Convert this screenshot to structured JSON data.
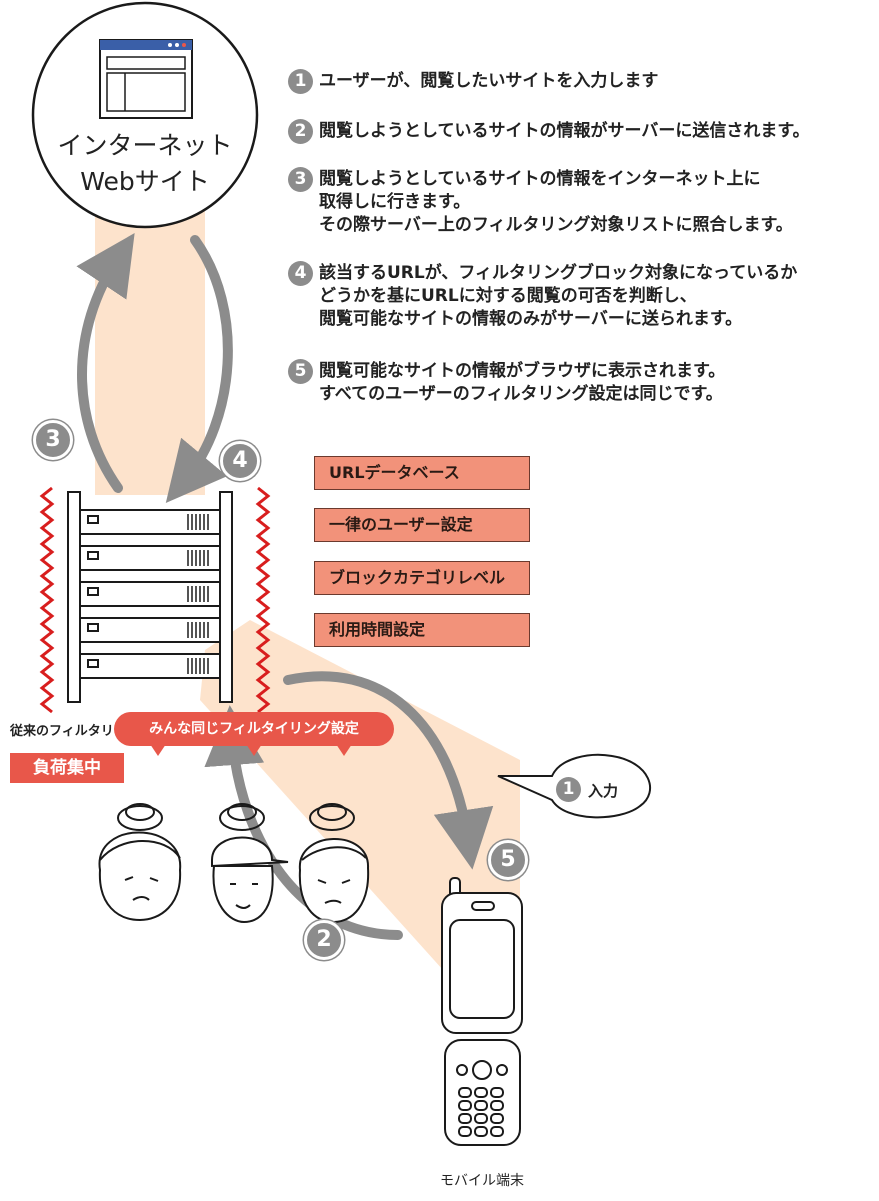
{
  "internet": {
    "line1": "インターネット",
    "line2": "Webサイト"
  },
  "steps": [
    {
      "num": "1",
      "text": "ユーザーが、閲覧したいサイトを入力します"
    },
    {
      "num": "2",
      "text": "閲覧しようとしているサイトの情報がサーバーに送信されます。"
    },
    {
      "num": "3",
      "text": "閲覧しようとしているサイトの情報をインターネット上に\n取得しに行きます。\nその際サーバー上のフィルタリング対象リストに照合します。"
    },
    {
      "num": "4",
      "text": "該当するURLが、フィルタリングブロック対象になっているか\nどうかを基にURLに対する閲覧の可否を判断し、\n閲覧可能なサイトの情報のみがサーバーに送られます。"
    },
    {
      "num": "5",
      "text": "閲覧可能なサイトの情報がブラウザに表示されます。\nすべてのユーザーのフィルタリング設定は同じです。"
    }
  ],
  "settings": [
    "URLデータベース",
    "一律のユーザー設定",
    "ブロックカテゴリレベル",
    "利用時間設定"
  ],
  "server": {
    "caption": "従来のフィルタリングサービス",
    "load_label": "負荷集中"
  },
  "badges": {
    "b2": "2",
    "b3": "3",
    "b4": "4",
    "b5": "5"
  },
  "users": {
    "banner": "みんな同じフィルタイリング設定"
  },
  "mobile": {
    "caption": "モバイル端末",
    "input_num": "1",
    "input_label": "入力"
  },
  "colors": {
    "flow_band": "#fde3cc",
    "arrow": "#8c8c8c",
    "accent_red": "#e8574a",
    "setting_box": "#f2927a",
    "load_zigzag": "#d81e1e"
  }
}
